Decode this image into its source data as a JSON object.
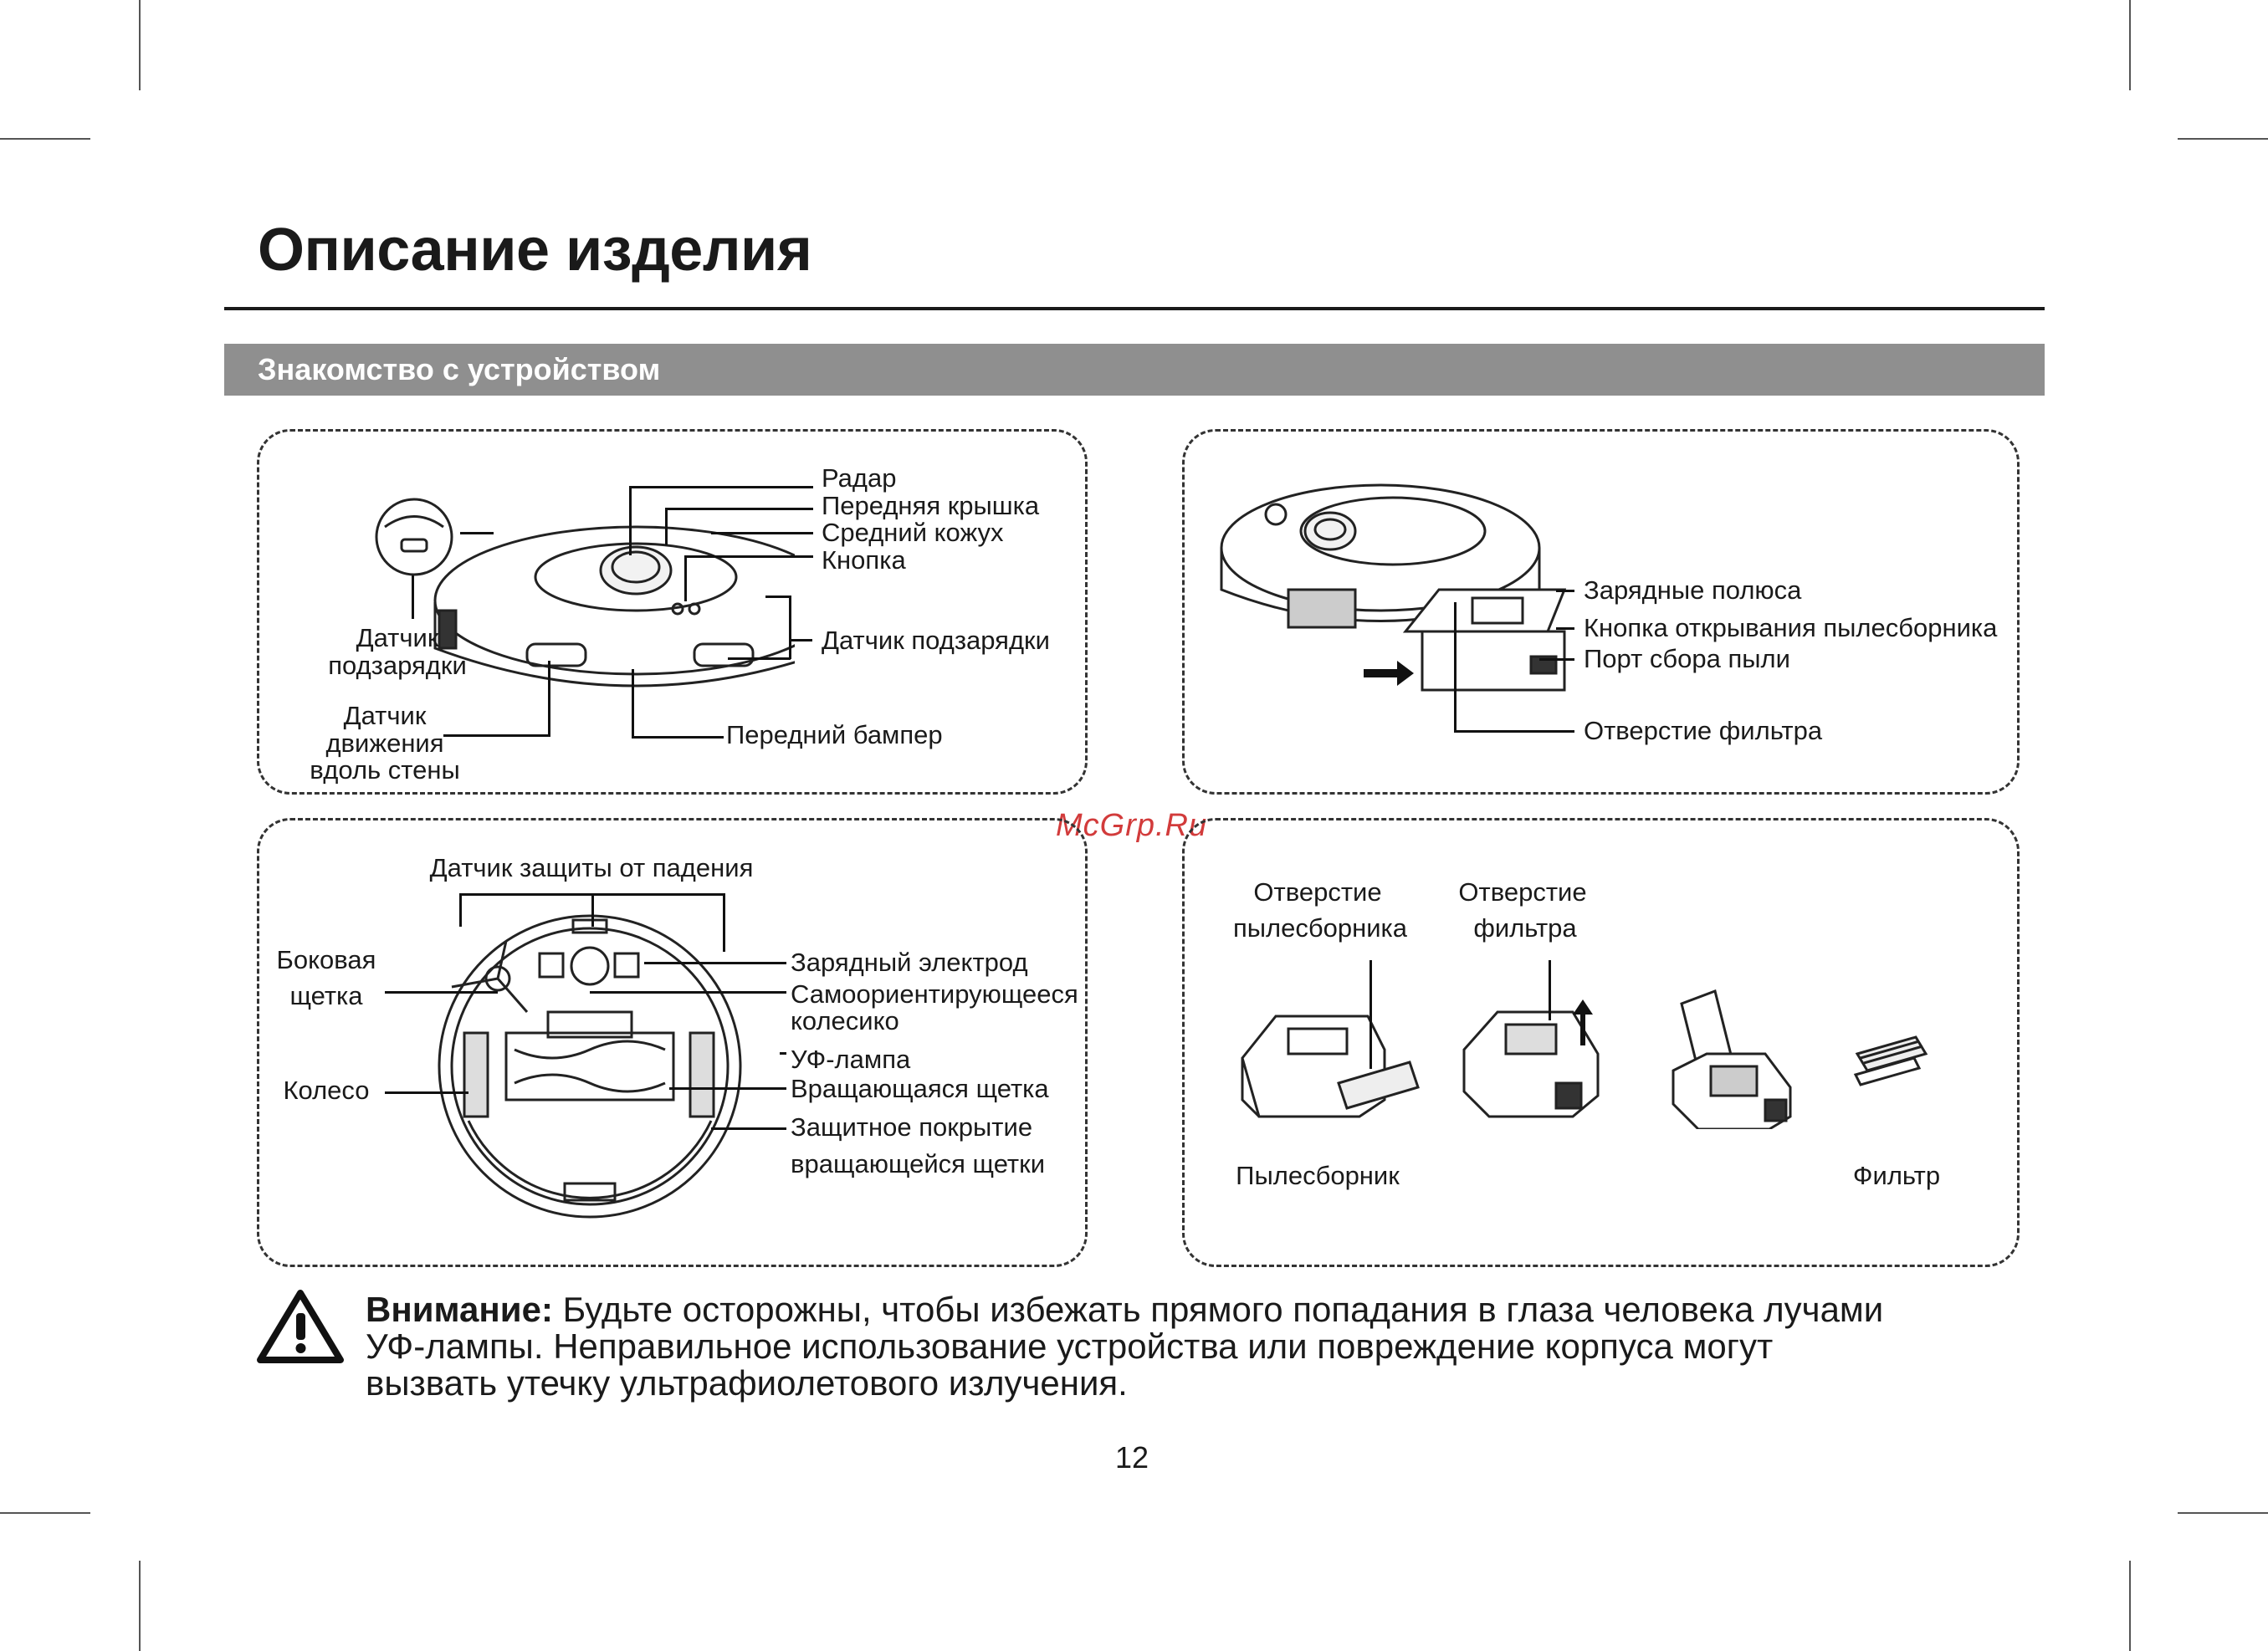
{
  "page": {
    "title": "Описание изделия",
    "section": "Знакомство с устройством",
    "watermark": "McGrp.Ru",
    "page_number": "12"
  },
  "panel_top_left": {
    "radar": "Радар",
    "front_cover": "Передняя крышка",
    "middle_shell": "Средний кожух",
    "button": "Кнопка",
    "charge_sensor_right": "Датчик подзарядки",
    "front_bumper": "Передний бампер",
    "charge_sensor_left_1": "Датчик",
    "charge_sensor_left_2": "подзарядки",
    "wall_sensor_1": "Датчик",
    "wall_sensor_2": "движения",
    "wall_sensor_3": "вдоль стены"
  },
  "panel_top_right": {
    "charging_poles": "Зарядные полюса",
    "dustbin_button": "Кнопка открывания пылесборника",
    "dust_port": "Порт сбора пыли",
    "filter_opening": "Отверстие фильтра"
  },
  "panel_bottom_left": {
    "cliff_sensor": "Датчик защиты от падения",
    "side_brush_1": "Боковая",
    "side_brush_2": "щетка",
    "wheel": "Колесо",
    "charge_electrode": "Зарядный электрод",
    "caster_1": "Самоориентирующееся",
    "caster_2": "колесико",
    "uv_lamp": "УФ-лампа",
    "roller_brush": "Вращающаяся щетка",
    "brush_cover_1": "Защитное покрытие",
    "brush_cover_2": "вращающейся щетки"
  },
  "panel_bottom_right": {
    "dustbin_opening_1": "Отверстие",
    "dustbin_opening_2": "пылесборника",
    "filter_opening_1": "Отверстие",
    "filter_opening_2": "фильтра",
    "dustbin": "Пылесборник",
    "filter": "Фильтр"
  },
  "warning": {
    "label": "Внимание:",
    "line1": "Будьте осторожны, чтобы избежать прямого попадания в глаза человека лучами",
    "line2": "УФ-лампы. Неправильное использование устройства или повреждение корпуса могут",
    "line3": "вызвать утечку ультрафиолетового излучения.",
    "icon": "warning-triangle-icon"
  }
}
